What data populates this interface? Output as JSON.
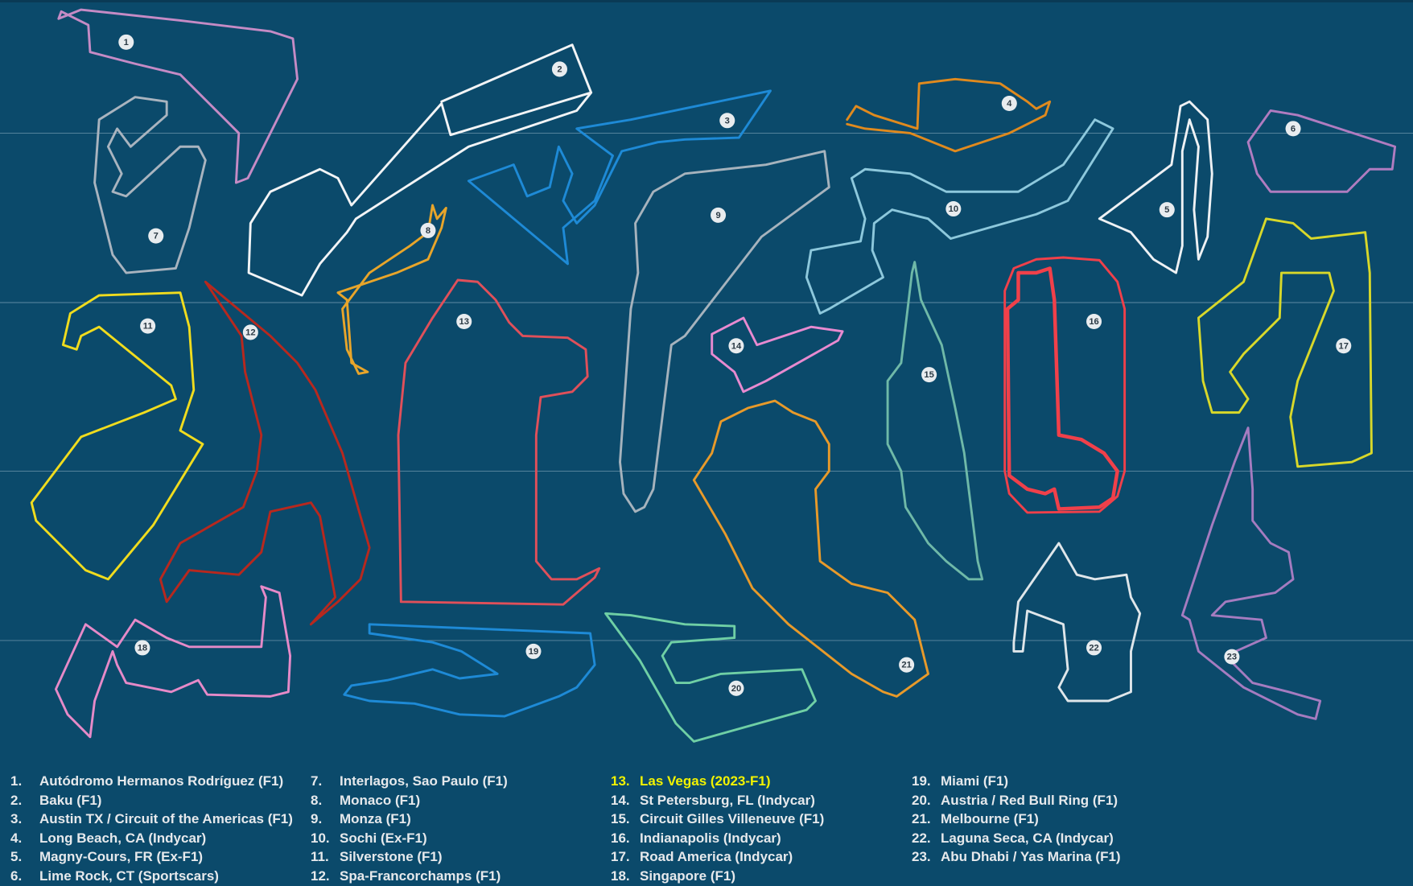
{
  "colors": {
    "background": "#0b4a6b",
    "highlight": "#f2f200",
    "legend_text": "#e6e9ec"
  },
  "tracks": [
    {
      "num": "1",
      "color": "#c58bc5"
    },
    {
      "num": "2",
      "color": "#f2f4f6"
    },
    {
      "num": "3",
      "color": "#1e8ad6"
    },
    {
      "num": "4",
      "color": "#e08a1e"
    },
    {
      "num": "5",
      "color": "#eef1f4"
    },
    {
      "num": "6",
      "color": "#b07cc0"
    },
    {
      "num": "7",
      "color": "#a9b4bf"
    },
    {
      "num": "8",
      "color": "#e8a52a"
    },
    {
      "num": "9",
      "color": "#a6b3bd"
    },
    {
      "num": "10",
      "color": "#8dc8dc"
    },
    {
      "num": "11",
      "color": "#f0dc1e"
    },
    {
      "num": "12",
      "color": "#b8281e"
    },
    {
      "num": "13",
      "color": "#e0505a"
    },
    {
      "num": "14",
      "color": "#e88ad0"
    },
    {
      "num": "15",
      "color": "#6fb9a8"
    },
    {
      "num": "16",
      "color": "#f0404a"
    },
    {
      "num": "17",
      "color": "#d8d82a"
    },
    {
      "num": "18",
      "color": "#e68ac8"
    },
    {
      "num": "19",
      "color": "#1e8ad6"
    },
    {
      "num": "20",
      "color": "#6fcfa5"
    },
    {
      "num": "21",
      "color": "#e89a2a"
    },
    {
      "num": "22",
      "color": "#dfe6ea"
    },
    {
      "num": "23",
      "color": "#a57cc0"
    }
  ],
  "legend": [
    [
      {
        "n": "1.",
        "t": "Autódromo Hermanos Rodríguez (F1)"
      },
      {
        "n": "2.",
        "t": "Baku (F1)"
      },
      {
        "n": "3.",
        "t": "Austin TX / Circuit of the Americas (F1)"
      },
      {
        "n": "4.",
        "t": "Long Beach, CA (Indycar)"
      },
      {
        "n": "5.",
        "t": "Magny-Cours, FR (Ex-F1)"
      },
      {
        "n": "6.",
        "t": "Lime Rock, CT (Sportscars)"
      }
    ],
    [
      {
        "n": "7.",
        "t": "Interlagos, Sao Paulo (F1)"
      },
      {
        "n": "8.",
        "t": "Monaco (F1)"
      },
      {
        "n": "9.",
        "t": "Monza (F1)"
      },
      {
        "n": "10.",
        "t": "Sochi (Ex-F1)"
      },
      {
        "n": "11.",
        "t": "Silverstone (F1)"
      },
      {
        "n": "12.",
        "t": "Spa-Francorchamps (F1)"
      }
    ],
    [
      {
        "n": "13.",
        "t": "Las Vegas (2023-F1)"
      },
      {
        "n": "14.",
        "t": "St Petersburg, FL (Indycar)"
      },
      {
        "n": "15.",
        "t": "Circuit Gilles Villeneuve (F1)"
      },
      {
        "n": "16.",
        "t": "Indianapolis (Indycar)"
      },
      {
        "n": "17.",
        "t": "Road America (Indycar)"
      },
      {
        "n": "18.",
        "t": "Singapore (F1)"
      }
    ],
    [
      {
        "n": "19.",
        "t": "Miami (F1)"
      },
      {
        "n": "20.",
        "t": "Austria / Red Bull Ring  (F1)"
      },
      {
        "n": "21.",
        "t": "Melbourne (F1)"
      },
      {
        "n": "22.",
        "t": "Laguna Seca, CA (Indycar)"
      },
      {
        "n": "23.",
        "t": "Abu Dhabi / Yas Marina (F1)"
      }
    ]
  ]
}
